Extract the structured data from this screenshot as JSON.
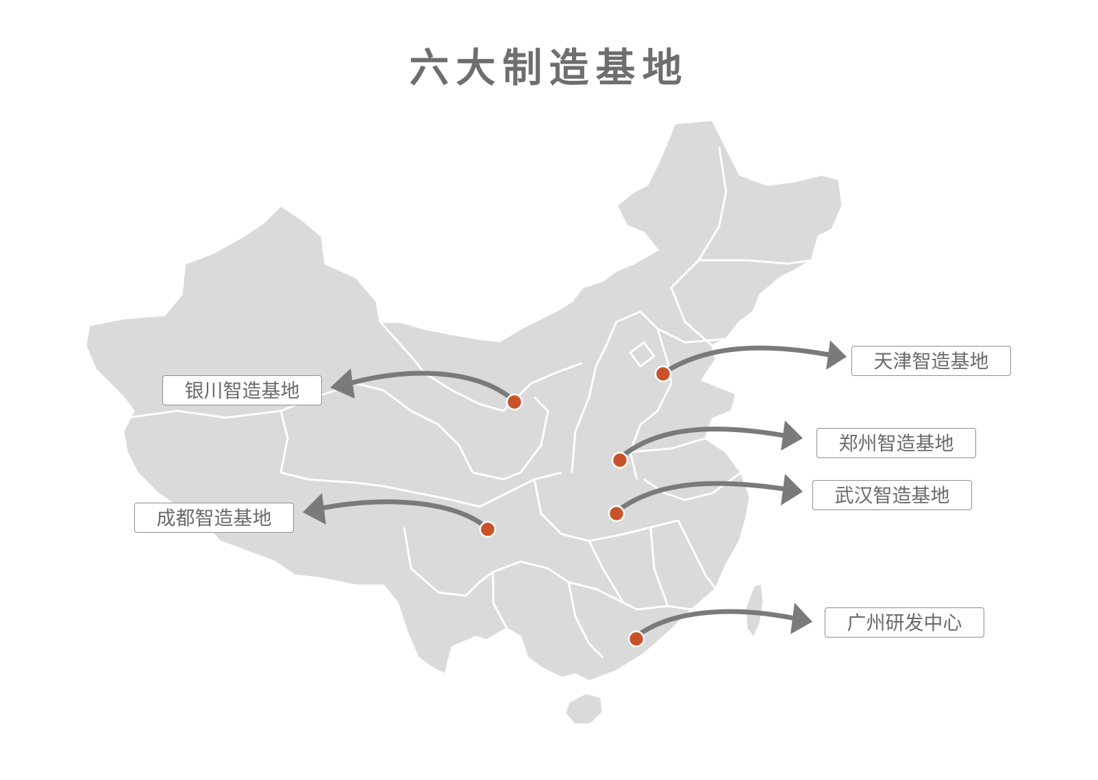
{
  "title": "六大制造基地",
  "colors": {
    "land": "#dadada",
    "border": "#ffffff",
    "dot": "#c8532a",
    "arrow": "#7a7a7a",
    "title": "#6e6e6e"
  },
  "sites": [
    {
      "label": "天津智造基地",
      "city": "天津"
    },
    {
      "label": "银川智造基地",
      "city": "银川"
    },
    {
      "label": "郑州智造基地",
      "city": "郑州"
    },
    {
      "label": "武汉智造基地",
      "city": "武汉"
    },
    {
      "label": "成都智造基地",
      "city": "成都"
    },
    {
      "label": "广州研发中心",
      "city": "广州"
    }
  ]
}
